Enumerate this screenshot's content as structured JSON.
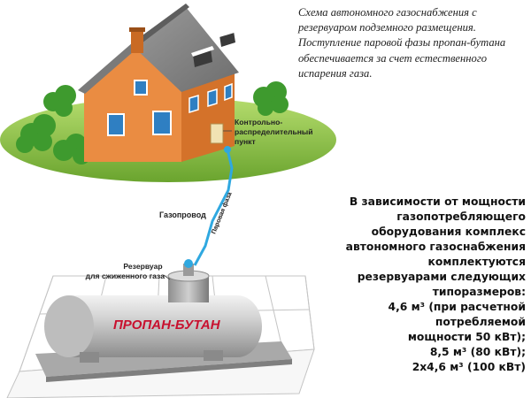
{
  "caption": {
    "lines": [
      "Схема автономного газоснабжения с",
      "резервуаром подземного размещения.",
      "Поступление паровой фазы пропан-бутана",
      "обеспечивается за счет естественного",
      "испарения газа."
    ]
  },
  "labels": {
    "control_point": [
      "Контрольно-",
      "распределительный",
      "пункт"
    ],
    "gas_pipeline": "Газопровод",
    "vapor_phase": "Паровая фаза",
    "reservoir": [
      "Резервуар",
      "для сжиженного газа"
    ],
    "tank": "ПРОПАН-БУТАН"
  },
  "info": {
    "lines": [
      "В зависимости от мощности",
      "газопотребляющего",
      "оборудования комплекс",
      "автономного газоснабжения",
      "комплектуются",
      "резервуарами следующих",
      "типоразмеров:",
      "4,6 м³ (при расчетной",
      "потребляемой",
      "мощности 50 кВт);",
      "8,5 м³ (80 кВт);",
      "2х4,6 м³ (100 кВт)"
    ]
  },
  "colors": {
    "wall": "#e98a3f",
    "roof": "#8a8a8a",
    "lawn": "#7fb935",
    "bush": "#3e9a2e",
    "pipe": "#2fa8e0",
    "tank": "#c9c9c9",
    "tank_label": "#c8102e"
  }
}
